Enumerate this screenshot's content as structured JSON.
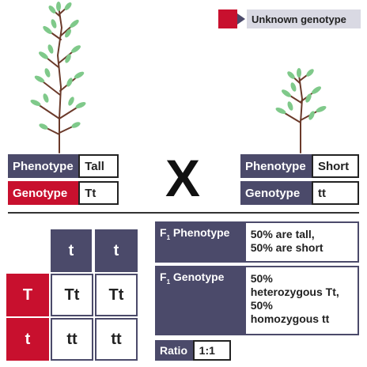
{
  "legend": {
    "label": "Unknown genotype",
    "color": "#c8102e"
  },
  "parent_left": {
    "phenotype_label": "Phenotype",
    "phenotype_value": "Tall",
    "genotype_label": "Genotype",
    "genotype_value": "Tt"
  },
  "cross_symbol": "X",
  "parent_right": {
    "phenotype_label": "Phenotype",
    "phenotype_value": "Short",
    "genotype_label": "Genotype",
    "genotype_value": "tt"
  },
  "punnett": {
    "col_headers": [
      "t",
      "t"
    ],
    "row_headers": [
      "T",
      "t"
    ],
    "cells": [
      [
        "Tt",
        "Tt"
      ],
      [
        "tt",
        "tt"
      ]
    ]
  },
  "f1": {
    "phenotype_sub": "1",
    "phenotype_label": "Phenotype",
    "phenotype_line1": "50% are tall,",
    "phenotype_line2": "50% are short",
    "genotype_sub": "1",
    "genotype_label": "Genotype",
    "genotype_line1": "50%",
    "genotype_line2": "heterozygous Tt,",
    "genotype_line3": "50%",
    "genotype_line4": "homozygous tt",
    "ratio_label": "Ratio",
    "ratio_value": "1:1"
  },
  "colors": {
    "navy": "#4b4a6a",
    "red": "#c8102e",
    "stem": "#6b3a2a",
    "leaf": "#7fc98a"
  }
}
